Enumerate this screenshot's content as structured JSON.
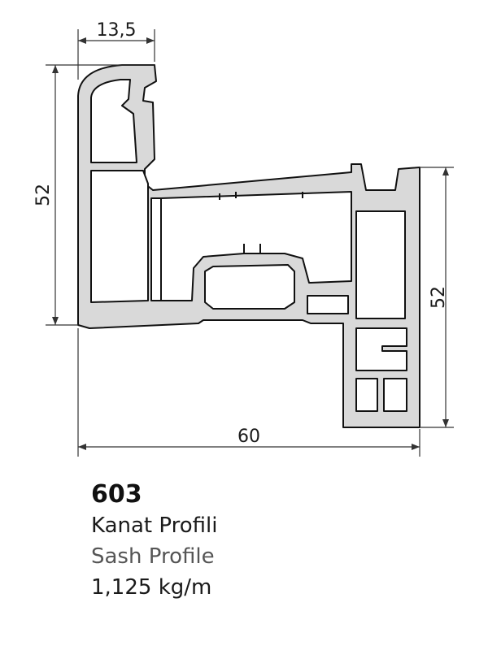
{
  "drawing": {
    "dimensions": {
      "top_width": "13,5",
      "left_height": "52",
      "right_height": "52",
      "overall_width": "60"
    },
    "colors": {
      "profile_fill": "#d9d9d9",
      "outline": "#111111",
      "dim_line": "#333333",
      "chamber_fill": "#ffffff"
    }
  },
  "caption": {
    "code": "603",
    "name_tr": "Kanat Profili",
    "name_en": "Sash Profile",
    "weight": "1,125 kg/m"
  }
}
